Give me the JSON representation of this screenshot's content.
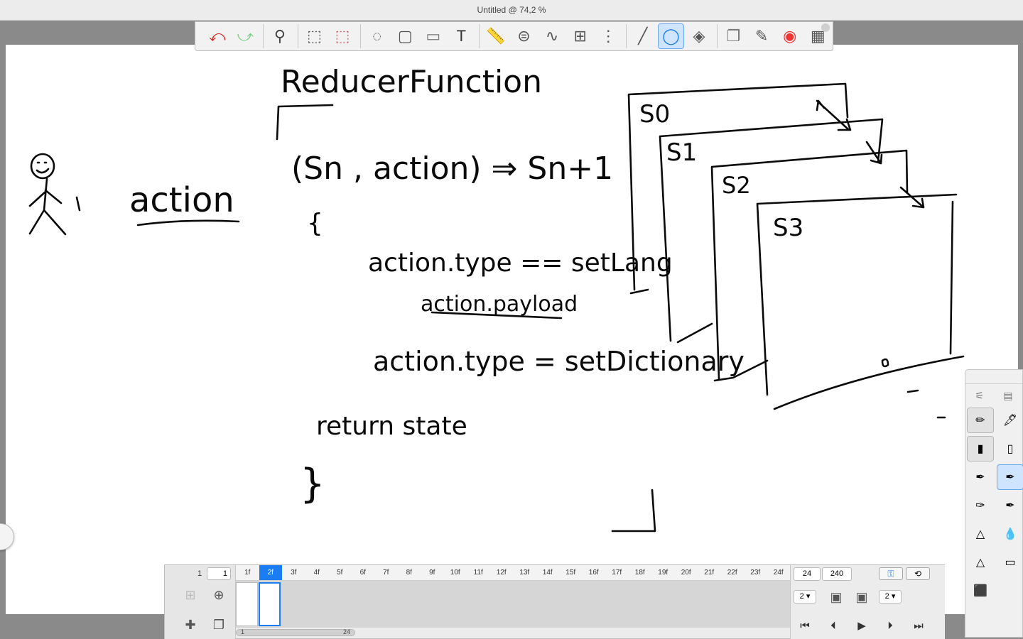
{
  "window": {
    "title": "Untitled @ 74,2 %"
  },
  "toolbar": {
    "tools": [
      {
        "name": "undo-icon",
        "glyph": "⤺",
        "color": "#e0241b"
      },
      {
        "name": "redo-icon",
        "glyph": "⤻",
        "color": "#7ccf86"
      },
      {
        "name": "sep"
      },
      {
        "name": "zoom-icon",
        "glyph": "⚲",
        "color": "#444"
      },
      {
        "name": "sep"
      },
      {
        "name": "rect-select-icon",
        "glyph": "⬚",
        "color": "#555"
      },
      {
        "name": "clear-select-icon",
        "glyph": "⬚",
        "color": "#c66"
      },
      {
        "name": "sep"
      },
      {
        "name": "lasso-icon",
        "glyph": "◌",
        "color": "#555"
      },
      {
        "name": "transform-icon",
        "glyph": "▢",
        "color": "#555"
      },
      {
        "name": "fill-bucket-icon",
        "glyph": "▭",
        "color": "#777"
      },
      {
        "name": "text-icon",
        "glyph": "T",
        "color": "#333"
      },
      {
        "name": "sep"
      },
      {
        "name": "ruler-icon",
        "glyph": "📏",
        "color": "#555"
      },
      {
        "name": "ellipse-guide-icon",
        "glyph": "⊜",
        "color": "#555"
      },
      {
        "name": "french-curve-icon",
        "glyph": "∿",
        "color": "#555"
      },
      {
        "name": "perspective-icon",
        "glyph": "⊞",
        "color": "#555"
      },
      {
        "name": "symmetry-icon",
        "glyph": "⋮",
        "color": "#555"
      },
      {
        "name": "sep"
      },
      {
        "name": "stroke-icon",
        "glyph": "╱",
        "color": "#555"
      },
      {
        "name": "ellipse-tool-icon",
        "glyph": "◯",
        "color": "#1c7cf2",
        "active": true
      },
      {
        "name": "shapes-icon",
        "glyph": "◈",
        "color": "#555"
      },
      {
        "name": "sep"
      },
      {
        "name": "layers-icon",
        "glyph": "❐",
        "color": "#777"
      },
      {
        "name": "brushes-icon",
        "glyph": "✎",
        "color": "#555"
      },
      {
        "name": "color-wheel-icon",
        "glyph": "◉",
        "color": "#e33"
      },
      {
        "name": "palette-icon",
        "glyph": "▦",
        "color": "#555"
      }
    ]
  },
  "brush_panel": {
    "brushes": [
      {
        "name": "pencil-brush-icon",
        "glyph": "✏",
        "state": "sel"
      },
      {
        "name": "technical-pen-brush-icon",
        "glyph": "🖋",
        "state": ""
      },
      {
        "name": "marker-brush-icon",
        "glyph": "▮",
        "state": "sel"
      },
      {
        "name": "chisel-marker-brush-icon",
        "glyph": "▯",
        "state": ""
      },
      {
        "name": "ballpoint-brush-icon",
        "glyph": "✒",
        "state": ""
      },
      {
        "name": "fineliner-brush-icon",
        "glyph": "✒",
        "state": "active"
      },
      {
        "name": "ink-pen-brush-icon",
        "glyph": "✑",
        "state": ""
      },
      {
        "name": "fountain-pen-brush-icon",
        "glyph": "✒",
        "state": ""
      },
      {
        "name": "airbrush-icon",
        "glyph": "△",
        "state": ""
      },
      {
        "name": "watercolor-brush-icon",
        "glyph": "💧",
        "state": ""
      },
      {
        "name": "soft-airbrush-icon",
        "glyph": "△",
        "state": ""
      },
      {
        "name": "eraser-brush-icon",
        "glyph": "▭",
        "state": ""
      },
      {
        "name": "fill-brush-icon",
        "glyph": "⬛",
        "state": ""
      }
    ]
  },
  "timeline": {
    "layer_start": "1",
    "layer_current": "1",
    "frames": [
      "1f",
      "2f",
      "3f",
      "4f",
      "5f",
      "6f",
      "7f",
      "8f",
      "9f",
      "10f",
      "11f",
      "12f",
      "13f",
      "14f",
      "15f",
      "16f",
      "17f",
      "18f",
      "19f",
      "20f",
      "21f",
      "22f",
      "23f",
      "24f"
    ],
    "current_frame_index": 1,
    "fps": "24",
    "total_frames": "240",
    "scroll_start": "1",
    "scroll_end": "24",
    "onion_before": "2",
    "onion_after": "2"
  },
  "canvas_text": {
    "title": "ReducerFunction",
    "action_label": "action",
    "signature": "(Sn , action) ⇒ Sn+1",
    "brace_open": "{",
    "line1": "action.type == setLang",
    "line2": "action.payload",
    "line3": "action.type = setDictionary",
    "line4": "return state",
    "brace_close": "}",
    "s0": "S0",
    "s1": "S1",
    "s2": "S2",
    "s3": "S3"
  }
}
